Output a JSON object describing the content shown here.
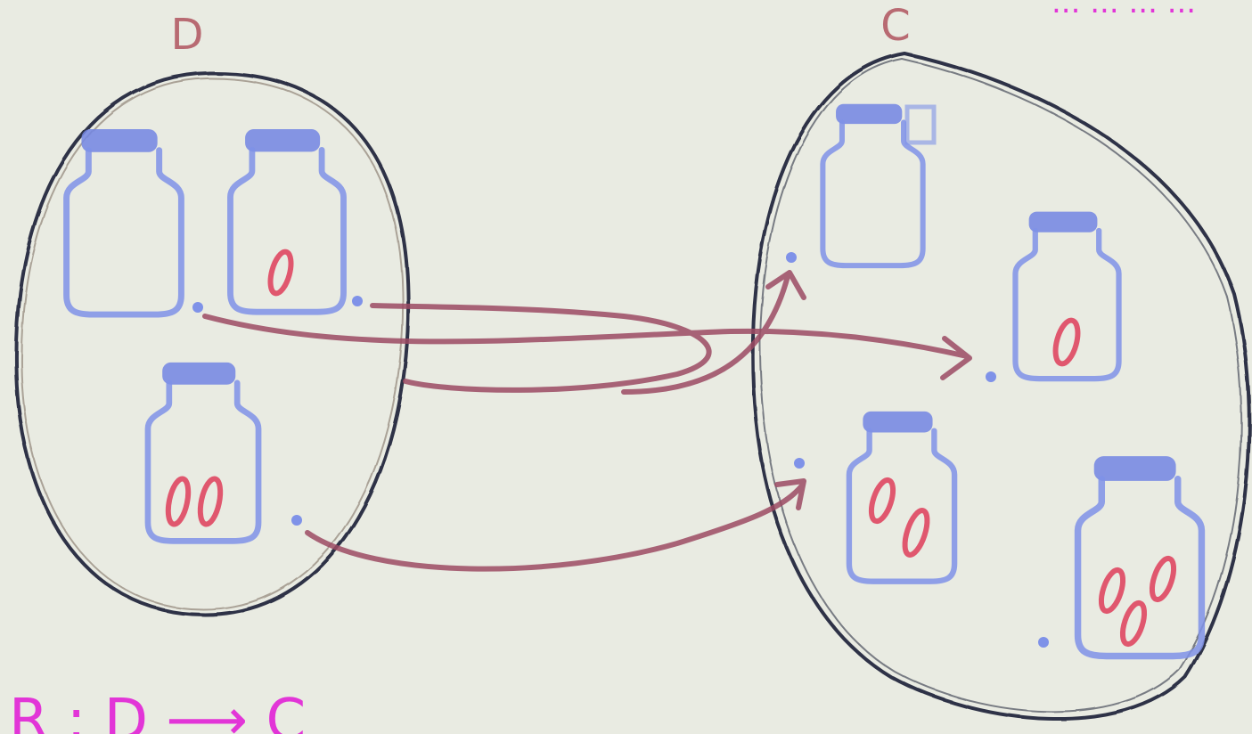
{
  "diagram": {
    "top_text_fragment": "... ... ... ...",
    "set_left_label": "D",
    "set_right_label": "C",
    "relation_label": "R : D ⟶ C",
    "colors": {
      "paper": "#e9ebe2",
      "set_outline": "#2e3246",
      "jar": "#7f92e8",
      "jar_lid": "#7285e3",
      "seeds": "#e0576e",
      "arrows": "#9c4b63",
      "magenta_text": "#e235d7",
      "label_brown": "#b86a72"
    },
    "left_set": {
      "jars": [
        {
          "name": "empty jar",
          "seeds": 0
        },
        {
          "name": "jar with one seed",
          "seeds": 1
        },
        {
          "name": "jar with two seeds",
          "seeds": 2
        }
      ]
    },
    "right_set": {
      "jars": [
        {
          "name": "empty jar",
          "seeds": 0
        },
        {
          "name": "jar with one seed",
          "seeds": 1
        },
        {
          "name": "jar with two seeds",
          "seeds": 2
        },
        {
          "name": "jar with three seeds",
          "seeds": 3
        }
      ]
    },
    "mapping": [
      {
        "from_seeds": 0,
        "to_seeds": 1
      },
      {
        "from_seeds": 1,
        "to_seeds": 0
      },
      {
        "from_seeds": 2,
        "to_seeds": 2
      }
    ]
  }
}
